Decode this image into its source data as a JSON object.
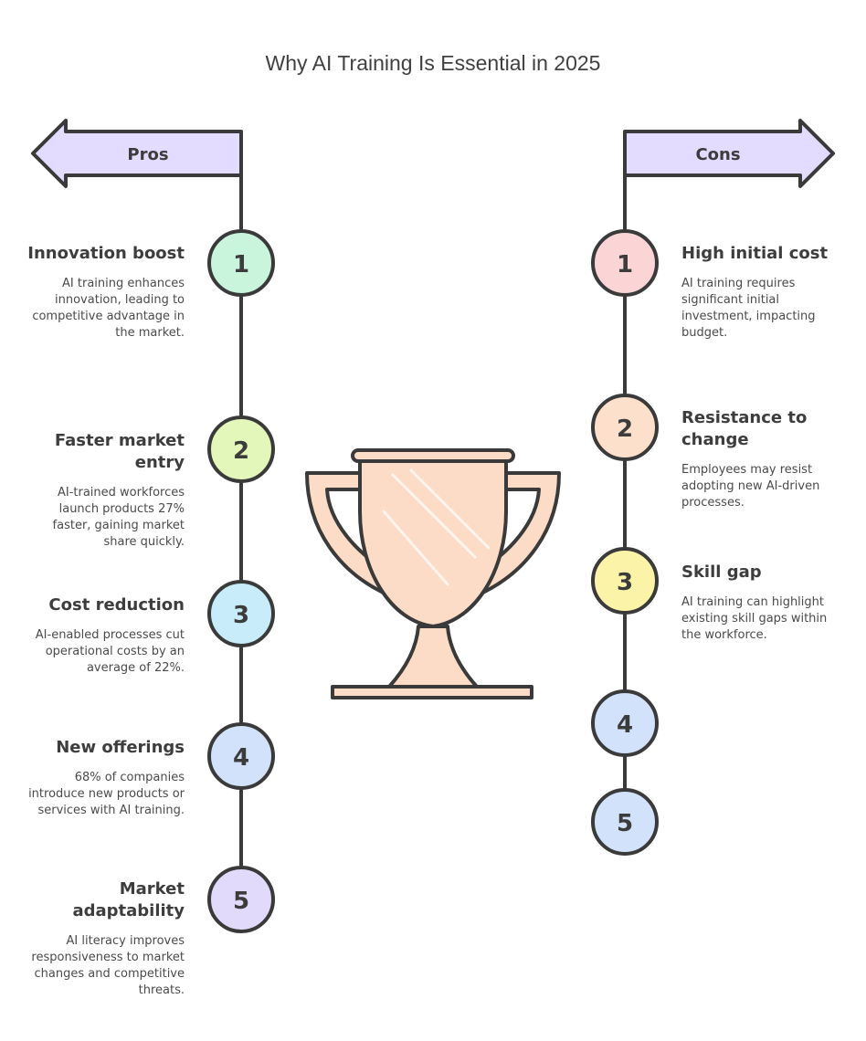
{
  "title": "Why AI Training Is Essential in 2025",
  "pros": {
    "label": "Pros",
    "items": [
      {
        "number": "1",
        "heading": "Innovation boost",
        "text": "AI training enhances innovation, leading to competitive advantage in the market.",
        "color": "#c9f5dc"
      },
      {
        "number": "2",
        "heading": "Faster market entry",
        "text": "AI-trained workforces launch products 27% faster, gaining market share quickly.",
        "color": "#e2f7b9"
      },
      {
        "number": "3",
        "heading": "Cost reduction",
        "text": "AI-enabled processes cut operational costs by an average of 22%.",
        "color": "#c8ecfa"
      },
      {
        "number": "4",
        "heading": "New offerings",
        "text": "68% of companies introduce new products or services with AI training.",
        "color": "#d3e2fb"
      },
      {
        "number": "5",
        "heading": "Market adaptability",
        "text": "AI literacy improves responsiveness to market changes and competitive threats.",
        "color": "#e2dafb"
      }
    ]
  },
  "cons": {
    "label": "Cons",
    "items": [
      {
        "number": "1",
        "heading": "High initial cost",
        "text": "AI training requires significant initial investment, impacting budget.",
        "color": "#fbd5d5"
      },
      {
        "number": "2",
        "heading": "Resistance to change",
        "text": "Employees may resist adopting new AI-driven processes.",
        "color": "#fde0cc"
      },
      {
        "number": "3",
        "heading": "Skill gap",
        "text": "AI training can highlight existing skill gaps within the workforce.",
        "color": "#fbf4a8"
      },
      {
        "number": "4",
        "heading": "",
        "text": "",
        "color": "#d3e2fb"
      },
      {
        "number": "5",
        "heading": "",
        "text": "",
        "color": "#d3e2fb"
      }
    ]
  },
  "colors": {
    "banner": "#e4dcff",
    "trophy": "#fcdcc6",
    "stroke": "#3a3a3a"
  },
  "icons": {
    "trophy": "trophy-icon"
  }
}
